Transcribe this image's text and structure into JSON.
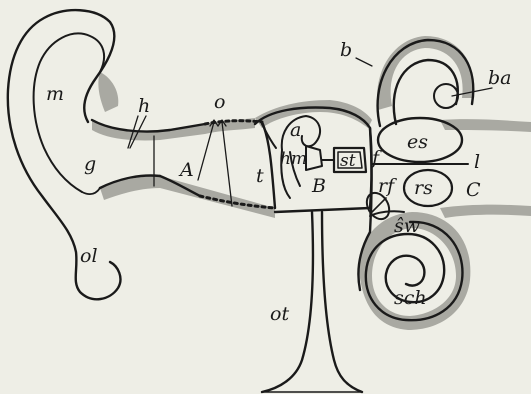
{
  "figure": {
    "labels": {
      "m": "m",
      "h": "h",
      "o": "o",
      "g": "g",
      "A": "A",
      "t": "t",
      "a": "a",
      "hm": "hm",
      "st": "st",
      "f": "f",
      "B": "B",
      "b": "b",
      "ba": "ba",
      "es": "es",
      "l": "l",
      "rf": "rf",
      "rs": "rs",
      "C": "C",
      "sw": "ŝw",
      "sch": "sch",
      "ol": "ol",
      "ot": "ot"
    },
    "colors": {
      "paper": "#eeeee6",
      "ink": "#1a1a1a",
      "bone_shading": "#a9a9a2"
    }
  }
}
